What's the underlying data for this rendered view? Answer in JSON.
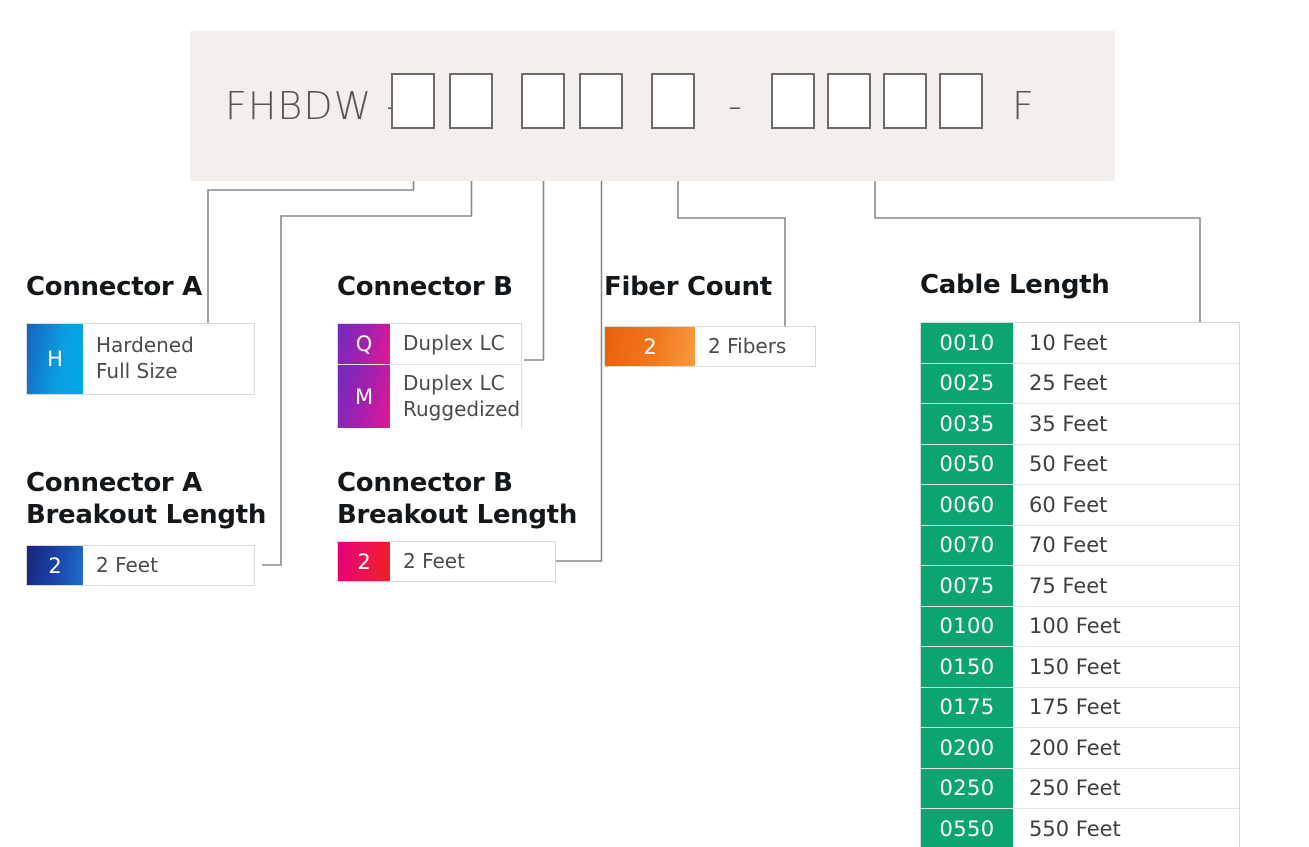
{
  "part_number": {
    "prefix": "FHBDW",
    "dash1": "-",
    "dash2": "-",
    "suffix": "F",
    "slot_count_group1": 5,
    "slot_count_group2": 4
  },
  "sections": {
    "connector_a": {
      "title": "Connector A",
      "options": [
        {
          "code": "H",
          "label": "Hardened\nFull Size",
          "color": "#00a6e8"
        }
      ]
    },
    "connector_a_breakout": {
      "title": "Connector A\nBreakout Length",
      "options": [
        {
          "code": "2",
          "label": "2 Feet",
          "color": "#17227a"
        }
      ]
    },
    "connector_b": {
      "title": "Connector B",
      "options": [
        {
          "code": "Q",
          "label": "Duplex LC",
          "color": "#a81fae"
        },
        {
          "code": "M",
          "label": "Duplex LC\nRuggedized",
          "color": "#a81fae"
        }
      ]
    },
    "connector_b_breakout": {
      "title": "Connector B\nBreakout Length",
      "options": [
        {
          "code": "2",
          "label": "2 Feet",
          "color": "#e4007f"
        }
      ]
    },
    "fiber_count": {
      "title": "Fiber Count",
      "options": [
        {
          "code": "2",
          "label": "2 Fibers",
          "color": "#f0781e"
        }
      ]
    },
    "cable_length": {
      "title": "Cable Length",
      "accent": "#0ba472",
      "options": [
        {
          "code": "0010",
          "label": "10 Feet"
        },
        {
          "code": "0025",
          "label": "25 Feet"
        },
        {
          "code": "0035",
          "label": "35 Feet"
        },
        {
          "code": "0050",
          "label": "50 Feet"
        },
        {
          "code": "0060",
          "label": "60 Feet"
        },
        {
          "code": "0070",
          "label": "70 Feet"
        },
        {
          "code": "0075",
          "label": "75 Feet"
        },
        {
          "code": "0100",
          "label": "100 Feet"
        },
        {
          "code": "0150",
          "label": "150 Feet"
        },
        {
          "code": "0175",
          "label": "175 Feet"
        },
        {
          "code": "0200",
          "label": "200 Feet"
        },
        {
          "code": "0250",
          "label": "250 Feet"
        },
        {
          "code": "0550",
          "label": "550 Feet"
        }
      ]
    }
  },
  "colors": {
    "banner_bg": "#f2efec",
    "box_border": "#6f6a66",
    "leader_line": "#8a8a8a",
    "heading": "#14171a",
    "body_text": "#4b4b4b"
  }
}
